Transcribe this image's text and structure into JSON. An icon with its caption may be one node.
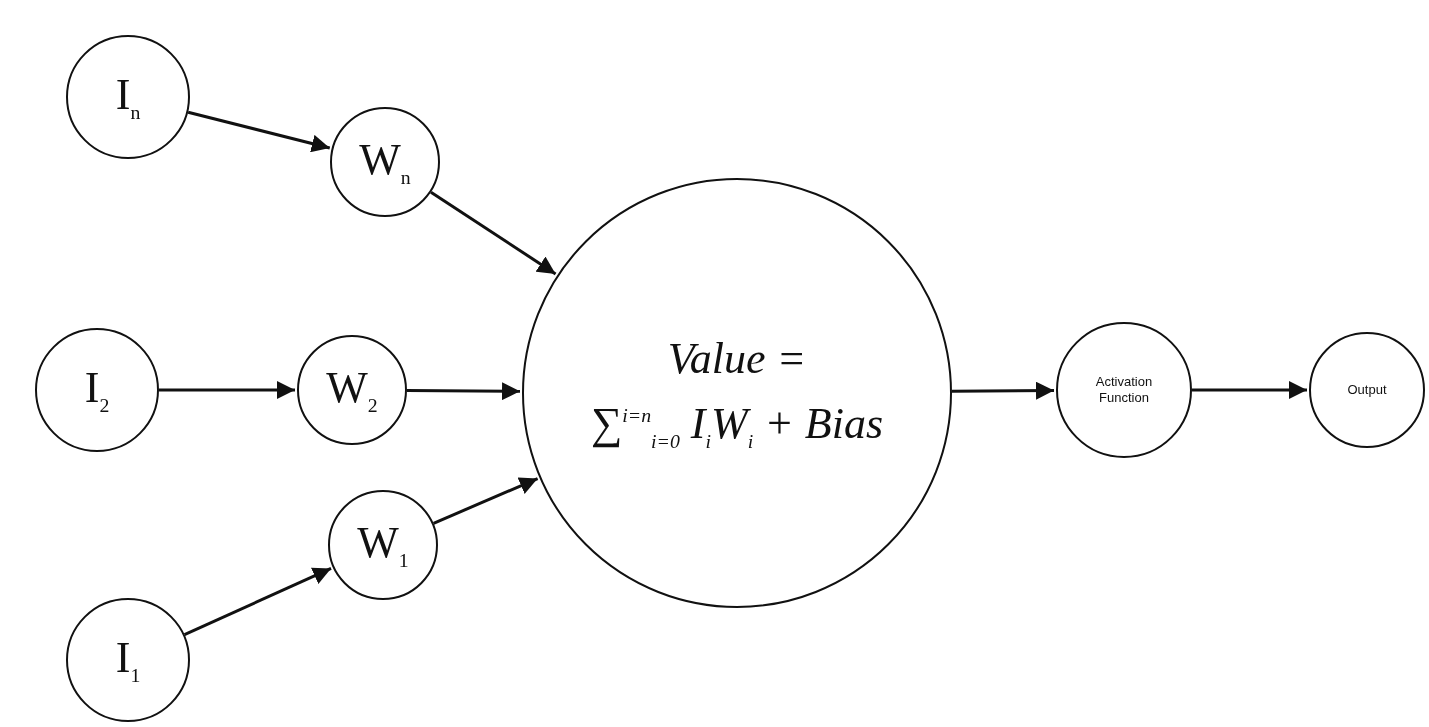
{
  "diagram": {
    "nodes": [
      {
        "text": [
          "I$_{n}$"
        ]
      },
      {
        "text": [
          "W$_{n}$"
        ]
      },
      {
        "text": [
          "I$_{2}$"
        ]
      },
      {
        "text": [
          "W$_{2}$"
        ]
      },
      {
        "text": [
          "Value =",
          "∑$^{i=n}$$_{i=0}$ I$_{i}$W$_{i}$ + Bias"
        ]
      },
      {
        "text": [
          "Activation Function"
        ]
      },
      {
        "text": [
          "Output"
        ]
      },
      {
        "text": [
          "W$_{1}$"
        ]
      },
      {
        "text": [
          "I$_{1}$"
        ]
      }
    ],
    "edges": [
      {
        "from": 0,
        "to": 1,
        "arrow": "to"
      },
      {
        "from": 1,
        "to": 4,
        "arrow": "to"
      },
      {
        "from": 2,
        "to": 3,
        "arrow": "to"
      },
      {
        "from": 3,
        "to": 4,
        "arrow": "to"
      },
      {
        "from": 8,
        "to": 7,
        "arrow": "to"
      },
      {
        "from": 7,
        "to": 4,
        "arrow": "to"
      },
      {
        "from": 4,
        "to": 5,
        "arrow": "to"
      },
      {
        "from": 5,
        "to": 6,
        "arrow": "to"
      }
    ]
  }
}
